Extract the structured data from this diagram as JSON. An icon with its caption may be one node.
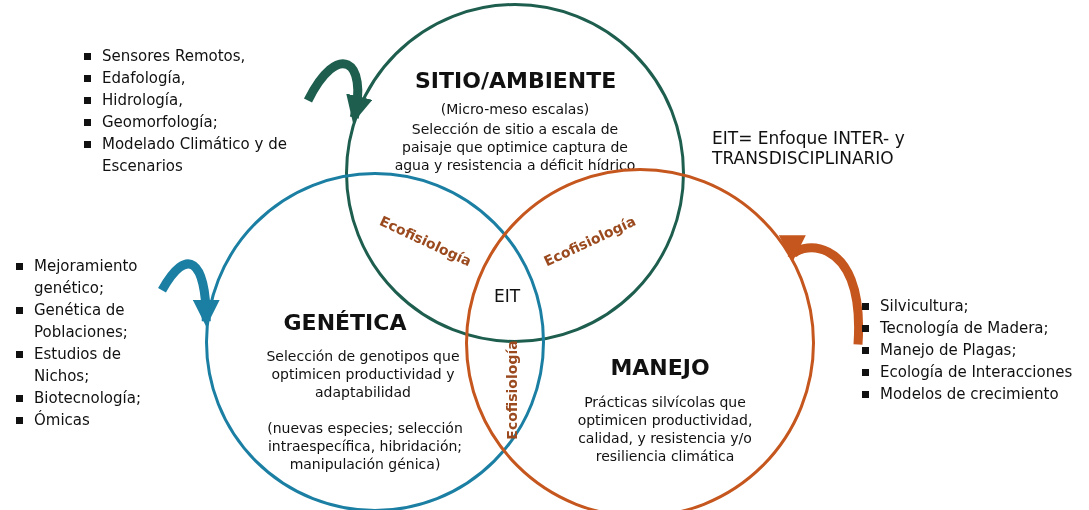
{
  "diagram": {
    "nodes": [
      {
        "text": [
          "SITIO/AMBIENTE",
          "(Micro-meso escalas)",
          "Selección de sitio a escala de paisaje que optimice captura de agua y resistencia a déficit hídrico"
        ]
      },
      {
        "text": [
          "GENÉTICA",
          "Selección de genotipos que optimicen productividad y adaptabilidad",
          "(nuevas especies; selección intraespecífica, hibridación; manipulación génica)"
        ]
      },
      {
        "text": [
          "MANEJO",
          "Prácticas silvícolas que optimicen productividad, calidad, y resistencia y/o resiliencia climática"
        ]
      },
      {
        "text": [
          "Sensores Remotos,",
          "Edafología,",
          "Hidrología,",
          "Geomorfología;",
          "Modelado Climático y de Escenarios"
        ]
      },
      {
        "text": [
          "Mejoramiento genético;",
          "Genética de Poblaciones;",
          "Estudios de Nichos;",
          "Biotecnología;",
          "Ómicas"
        ]
      },
      {
        "text": [
          "Silvicultura;",
          "Tecnología de Madera;",
          "Manejo de Plagas;",
          "Ecología de Interacciones",
          "Modelos de crecimiento"
        ]
      }
    ],
    "edges": [
      {
        "from": 3,
        "to": 0,
        "arrow": "to",
        "color": "#1e5e4e"
      },
      {
        "from": 4,
        "to": 1,
        "arrow": "to",
        "color": "#1b7fa3"
      },
      {
        "from": 5,
        "to": 2,
        "arrow": "to",
        "color": "#c5561d"
      }
    ],
    "labels": [
      "EIT= Enfoque INTER- y TRANSDISCIPLINARIO",
      "Ecofisiología",
      "Ecofisiología",
      "EIT",
      "Ecofisiología"
    ]
  }
}
